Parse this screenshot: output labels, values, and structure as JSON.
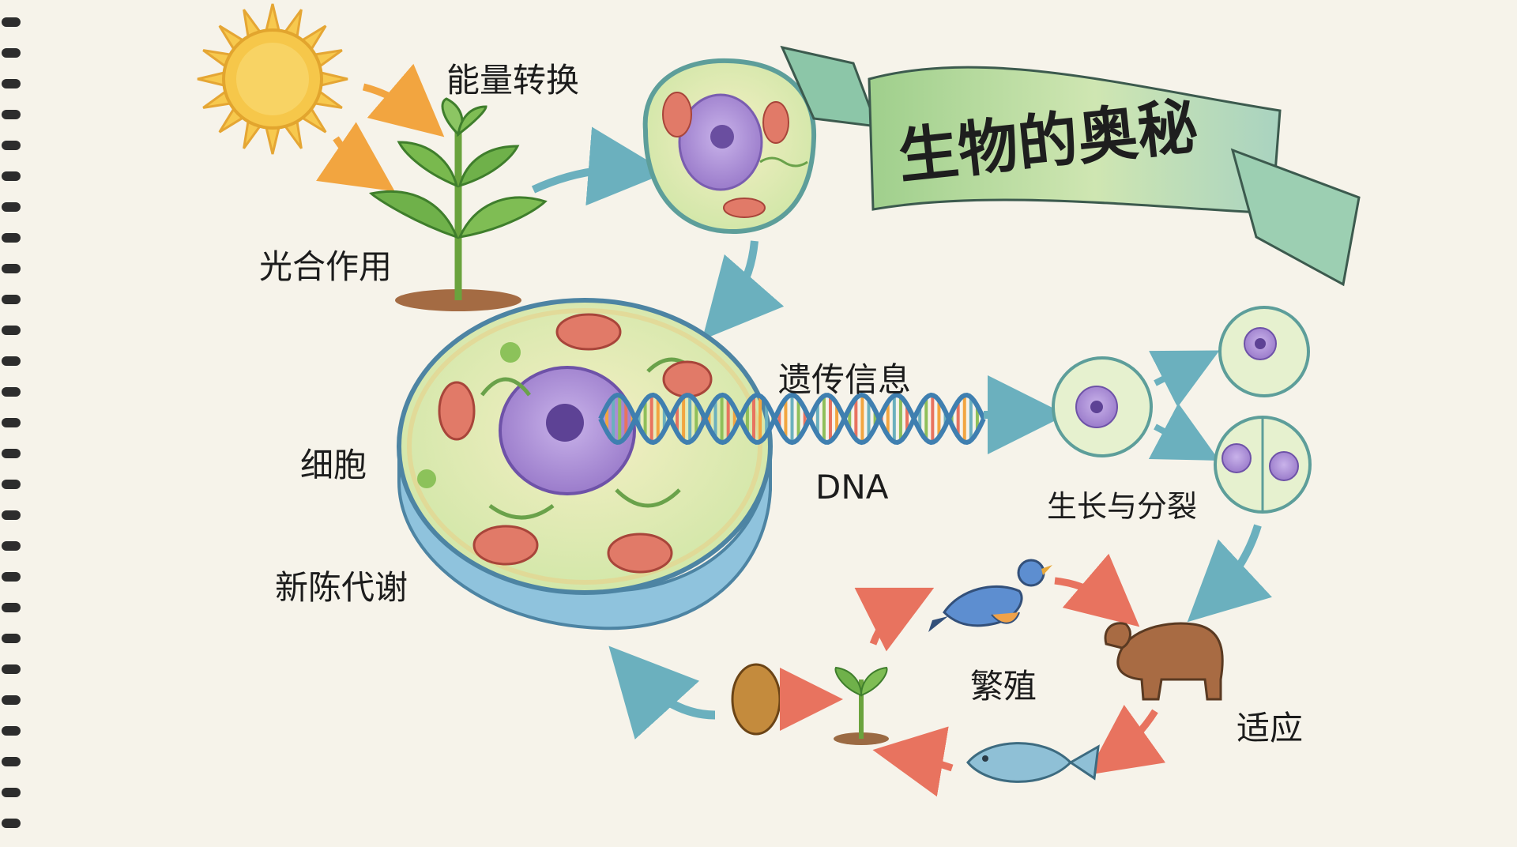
{
  "title": "生物的奥秘",
  "labels": {
    "energy_conversion": "能量转换",
    "photosynthesis": "光合作用",
    "genetic_info": "遗传信息",
    "cell": "细胞",
    "dna": "DNA",
    "growth_division": "生长与分裂",
    "metabolism": "新陈代谢",
    "reproduction": "繁殖",
    "adaptation": "适应"
  },
  "colors": {
    "paper": "#f6f3ea",
    "sun": "#f6c74a",
    "leaf": "#7dbb4f",
    "cell_fill": "#e9f2c8",
    "cell_membrane": "#5f98b4",
    "nucleus": "#a98ad3",
    "mitochondria": "#dc7063",
    "banner": "#b8dba0",
    "arrow_orange": "#f2a540",
    "arrow_teal": "#6bb0be",
    "arrow_red": "#e8735f"
  }
}
